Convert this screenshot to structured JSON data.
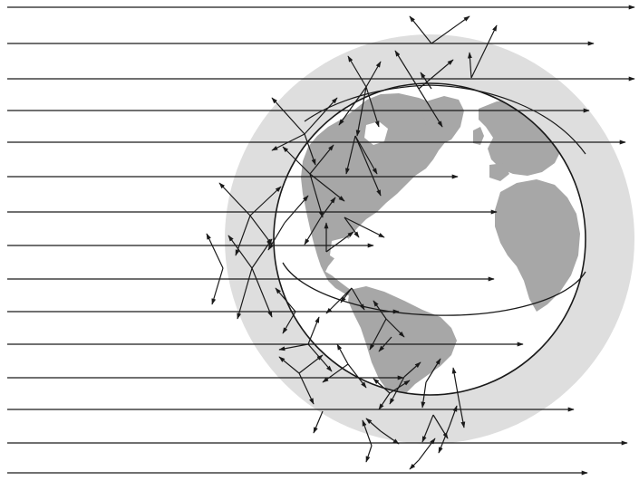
{
  "figure": {
    "description_free": true,
    "colors": {
      "background": "#ffffff",
      "atmosphere": "#dedede",
      "ocean": "#ffffff",
      "land": "#a7a7a7",
      "outline": "#1a1a1a",
      "ray": "#1a1a1a"
    },
    "elements": {
      "incoming_rays": "horizontal-arrow",
      "scattered_rays": "short-arrow",
      "globe": "earth-globe",
      "atmosphere": "atmosphere-halo",
      "terminator": "equator-ellipse"
    }
  }
}
